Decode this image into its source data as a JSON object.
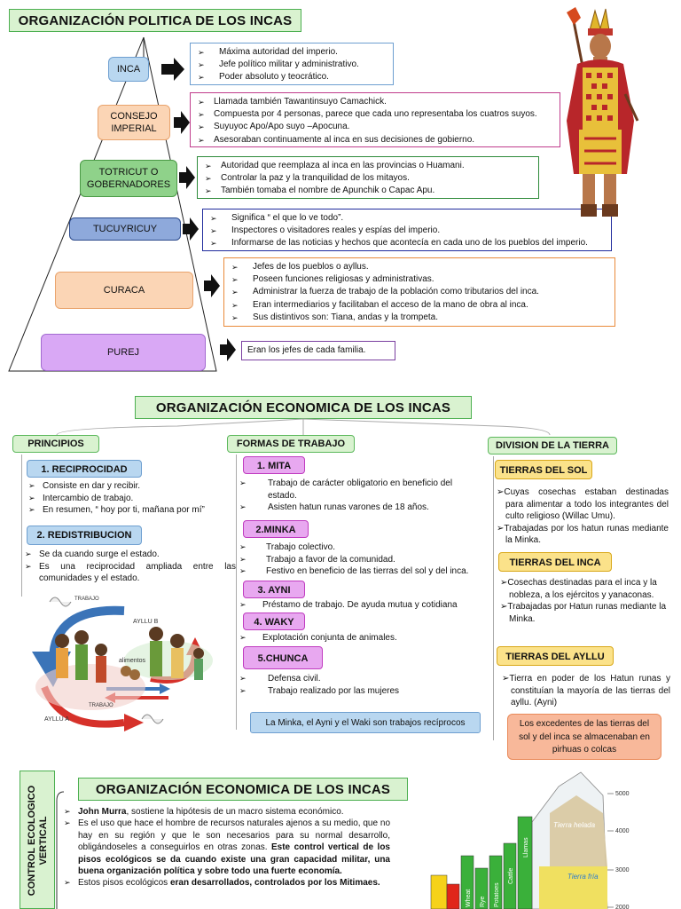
{
  "political": {
    "title": "ORGANIZACIÓN POLITICA DE LOS INCAS",
    "levels": [
      {
        "label": "INCA",
        "items": [
          "Máxima autoridad del imperio.",
          "Jefe político militar y administrativo.",
          "Poder absoluto y teocrático."
        ]
      },
      {
        "label": "CONSEJO IMPERIAL",
        "items": [
          "Llamada también Tawantinsuyo Camachick.",
          "Compuesta por 4 personas, parece que cada uno representaba los cuatros suyos.",
          "Suyuyoc Apo/Apo suyo –Apocuna.",
          "Asesoraban continuamente al inca en sus decisiones de gobierno."
        ]
      },
      {
        "label": "TOTRICUT O GOBERNADORES",
        "items": [
          "Autoridad que reemplaza al inca en las provincias o Huamani.",
          "Controlar la paz y la tranquilidad de los mitayos.",
          "También tomaba el nombre de Apunchik o Capac Apu."
        ]
      },
      {
        "label": "TUCUYRICUY",
        "items": [
          "Significa “ el que lo ve todo”.",
          "Inspectores o visitadores reales y espías del imperio.",
          "Informarse de las noticias y hechos que acontecía en cada uno de los pueblos del imperio."
        ]
      },
      {
        "label": "CURACA",
        "items": [
          "Jefes de los pueblos o ayllus.",
          "Poseen funciones religiosas y administrativas.",
          "Administrar la fuerza de trabajo de la población como tributarios del inca.",
          "Eran intermediarios y facilitaban el acceso de la mano de obra al inca.",
          "Sus distintivos son: Tiana, andas y la trompeta."
        ]
      },
      {
        "label": "PUREJ",
        "items": [
          "Eran los jefes de cada familia."
        ]
      }
    ]
  },
  "economic": {
    "title": "ORGANIZACIÓN ECONOMICA  DE LOS INCAS",
    "principios": {
      "header": "PRINCIPIOS",
      "reciprocidad": {
        "label": "1. RECIPROCIDAD",
        "items": [
          "Consiste en dar y recibir.",
          "Intercambio de trabajo.",
          "En resumen, “ hoy por ti, mañana por mí”"
        ]
      },
      "redistribucion": {
        "label": "2. REDISTRIBUCION",
        "items": [
          "Se da cuando surge el estado.",
          "Es una reciprocidad ampliada entre las comunidades y el estado."
        ]
      },
      "illustration": {
        "trabajo_top": "TRABAJO",
        "ayllu_b": "AYLLU B",
        "alimentos": "alimentos",
        "trabajo_bottom": "TRABAJO",
        "ayllu_a": "AYLLU A"
      }
    },
    "formas": {
      "header": "FORMAS DE TRABAJO",
      "items": [
        {
          "label": "1. MITA",
          "items": [
            "Trabajo de carácter obligatorio en beneficio del estado.",
            "Asisten hatun runas varones de 18 años."
          ]
        },
        {
          "label": "2.MINKA",
          "items": [
            "Trabajo colectivo.",
            "Trabajo a favor de la comunidad.",
            "Festivo en beneficio de las tierras del sol y del inca."
          ]
        },
        {
          "label": "3. AYNI",
          "items": [
            "Préstamo de trabajo. De ayuda mutua y cotidiana"
          ]
        },
        {
          "label": "4. WAKY",
          "items": [
            "Explotación conjunta de animales."
          ]
        },
        {
          "label": "5.CHUNCA",
          "items": [
            "Defensa civil.",
            "Trabajo realizado por las mujeres"
          ]
        }
      ],
      "note": "La Minka, el Ayni y el Waki son trabajos recíprocos"
    },
    "division": {
      "header": "DIVISION DE LA TIERRA",
      "sol": {
        "label": "TIERRAS DEL SOL",
        "items": [
          "Cuyas cosechas estaban destinadas para alimentar a todo los integrantes del culto religioso (Willac Umu).",
          "Trabajadas por los hatun runas mediante la Minka."
        ]
      },
      "inca": {
        "label": "TIERRAS DEL INCA",
        "items": [
          "Cosechas destinadas para el inca y la nobleza, a los ejércitos y yanaconas.",
          "Trabajadas por Hatun runas mediante la Minka."
        ]
      },
      "ayllu": {
        "label": "TIERRAS DEL AYLLU",
        "items": [
          "Tierra en poder de los Hatun runas y constituían la mayoría de las tierras del ayllu. (Ayni)"
        ]
      },
      "note": "Los excedentes de las tierras del sol y del inca se almacenaban en pirhuas o colcas"
    }
  },
  "vertical": {
    "side_label": "CONTROL ECOLOGICO VERTICAL",
    "title": "ORGANIZACIÓN ECONOMICA  DE LOS INCAS",
    "p1_bold": "John Murra",
    "p1": ", sostiene la hipótesis de un macro sistema económico.",
    "p2": "Es el uso que hace el hombre de recursos naturales ajenos a su medio, que no hay en su región y que le son necesarios para su normal desarrollo, obligándoseles a conseguirlos en otras zonas. ",
    "p2_bold": "Este control vertical de los pisos ecológicos se da cuando existe una gran capacidad militar, una buena organización política y sobre todo una fuerte economía.",
    "p3": "Estos pisos ecológicos ",
    "p3_bold": "eran desarrollados, controlados por los Mitimaes.",
    "figure": {
      "altitudes": [
        "5000",
        "4000",
        "3000",
        "2000"
      ],
      "zones": [
        "Tierra helada",
        "Tierra fría"
      ],
      "crops": [
        "Wheat",
        "Rye",
        "Potatoes",
        "Cattle",
        "Llamas"
      ]
    }
  },
  "colors": {
    "green_border": "#4caf50",
    "green_fill": "#d9f2d0",
    "inca": "#b9d7f0",
    "consejo": "#fbd5b5",
    "totricut": "#8fd28a",
    "tucuy": "#8ea9db",
    "curaca": "#fbd5b5",
    "purej": "#d9a8f5"
  }
}
